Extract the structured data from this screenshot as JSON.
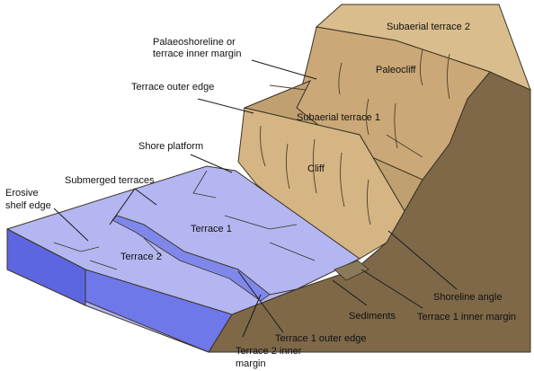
{
  "labels": {
    "subaerial_terrace_2": "Subaerial terrace 2",
    "palaeoshoreline_1": "Palaeoshoreline or",
    "palaeoshoreline_2": "terrace inner margin",
    "paleocliff": "Paleocliff",
    "terrace_outer_edge": "Terrace outer edge",
    "subaerial_terrace_1": "Subaerial terrace 1",
    "shore_platform": "Shore platform",
    "cliff": "Cliff",
    "submerged_terraces": "Submerged terraces",
    "erosive_shelf_edge_1": "Erosive",
    "erosive_shelf_edge_2": "shelf edge",
    "terrace_1": "Terrace 1",
    "terrace_2": "Terrace 2",
    "shoreline_angle": "Shoreline angle",
    "sediments": "Sediments",
    "terrace_1_inner_margin": "Terrace 1 inner margin",
    "terrace_1_outer_edge": "Terrace 1 outer edge",
    "terrace_2_inner_margin_1": "Terrace 2 inner",
    "terrace_2_inner_margin_2": "margin"
  },
  "colors": {
    "land_top": "#d9bd8c",
    "land_face": "#caa877",
    "terrace_flat": "#c0a070",
    "land_side": "#7e6848",
    "water_top": "#b3b6f1",
    "water_front": "#6f78e8",
    "outline": "#3b3326"
  }
}
